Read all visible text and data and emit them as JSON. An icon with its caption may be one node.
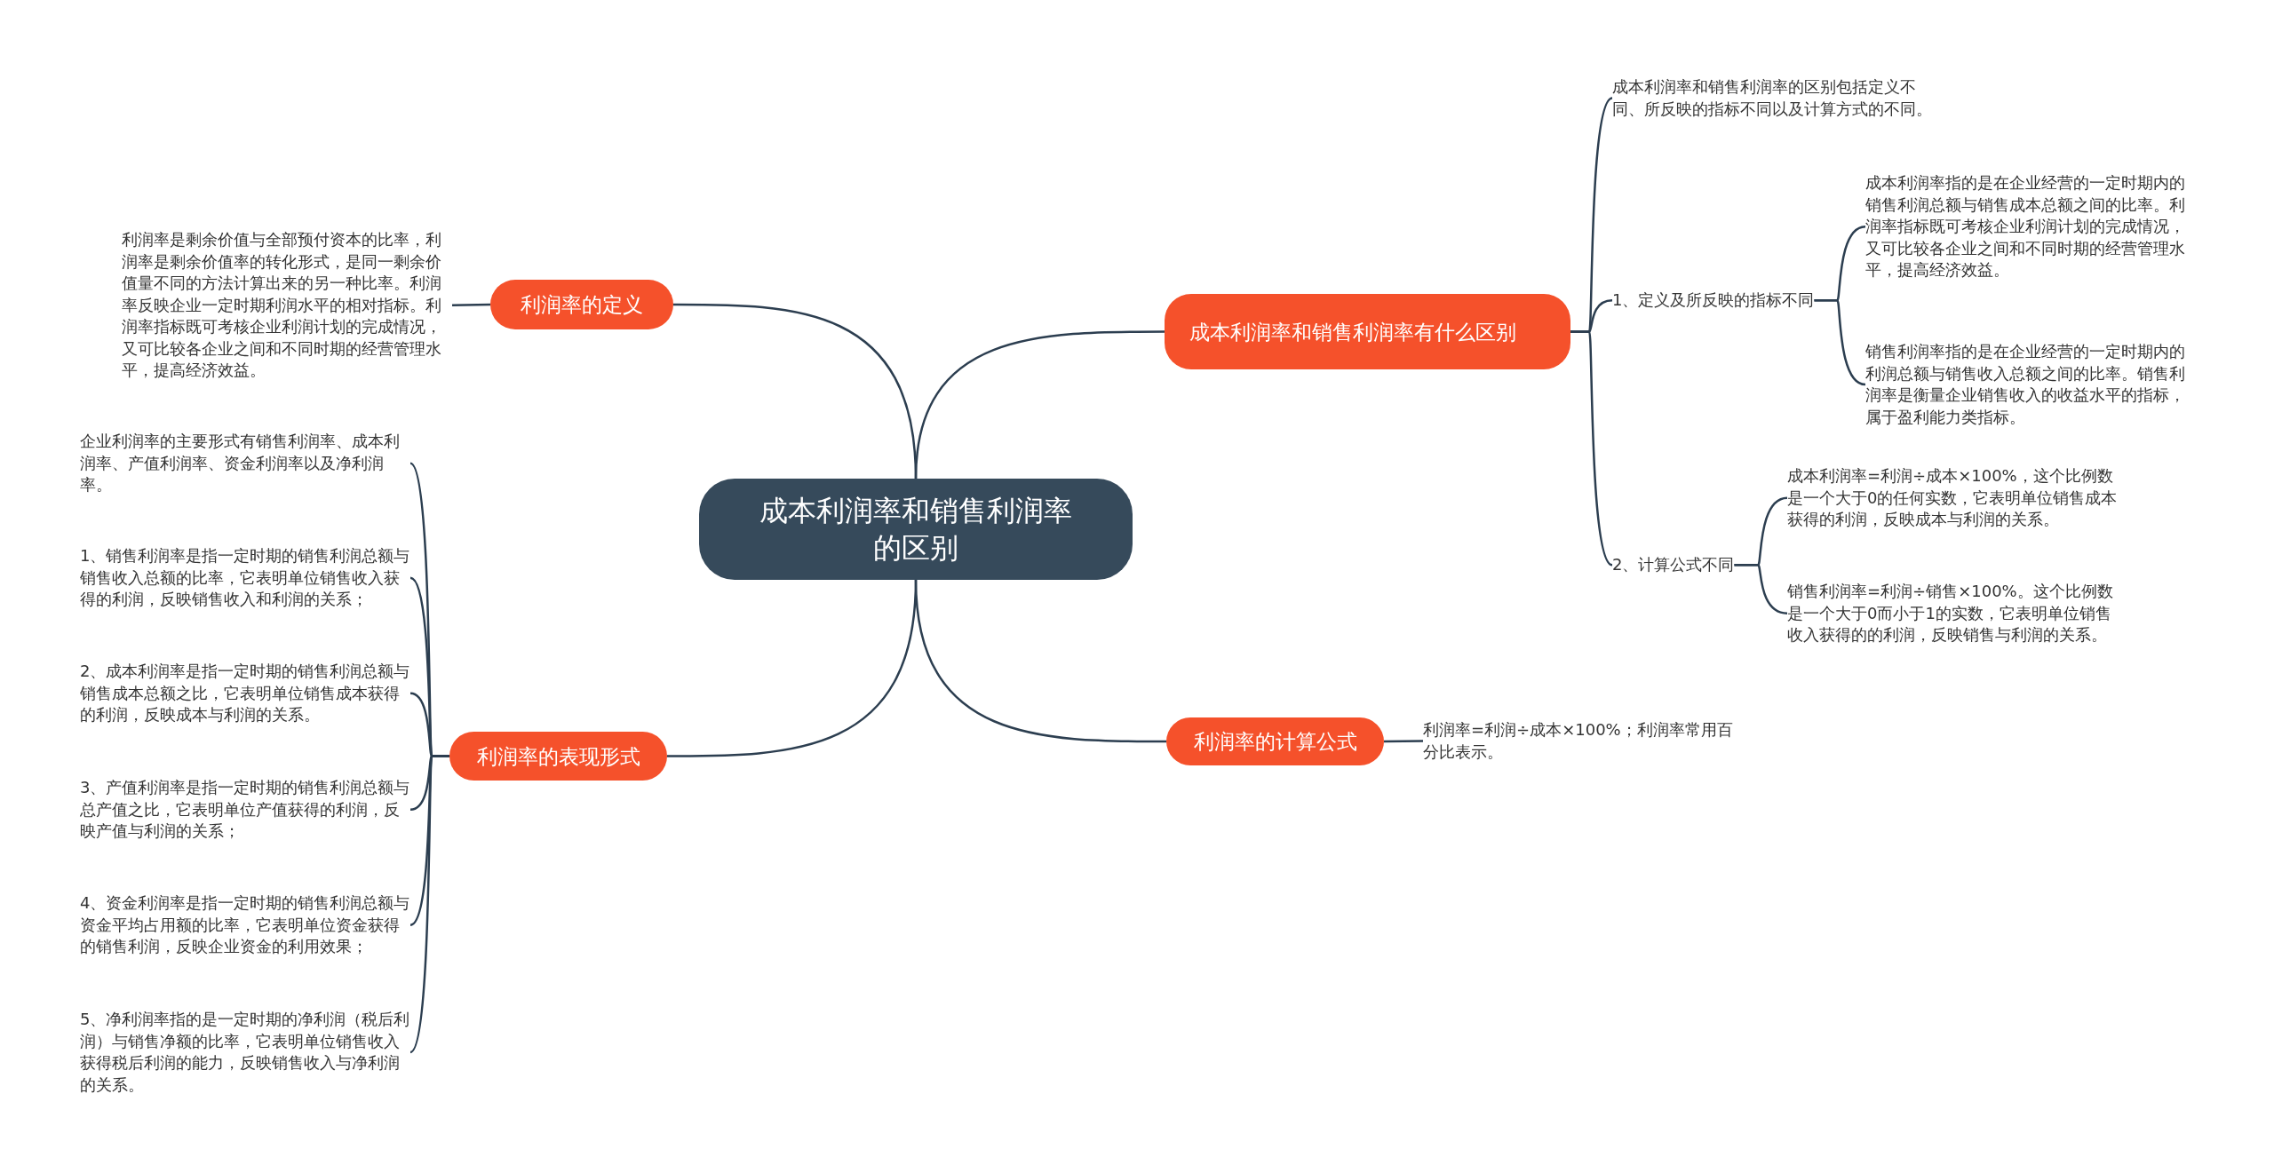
{
  "diagram": {
    "nodes": [
      {
        "text": [
          "成本利润率和销售利润率的区别"
        ]
      },
      {
        "text": [
          "成本利润率和销售利润率有什么区别"
        ]
      },
      {
        "text": [
          "利润率的定义"
        ]
      },
      {
        "text": [
          "利润率的表现形式"
        ]
      },
      {
        "text": [
          "利润率的计算公式"
        ]
      },
      {
        "text": [
          "成本利润率和销售利润率的区别包括定义不同、所反映的指标不同以及计算方式的不同。"
        ]
      },
      {
        "text": [
          "1、定义及所反映的指标不同"
        ]
      },
      {
        "text": [
          "成本利润率指的是在企业经营的一定时期内的销售利润总额与销售成本总额之间的比率。利润率指标既可考核企业利润计划的完成情况，又可比较各企业之间和不同时期的经营管理水平，提高经济效益。"
        ]
      },
      {
        "text": [
          "销售利润率指的是在企业经营的一定时期内的利润总额与销售收入总额之间的比率。销售利润率是衡量企业销售收入的收益水平的指标，属于盈利能力类指标。"
        ]
      },
      {
        "text": [
          "2、计算公式不同"
        ]
      },
      {
        "text": [
          "成本利润率=利润÷成本×100%，这个比例数是一个大于0的任何实数，它表明单位销售成本获得的利润，反映成本与利润的关系。"
        ]
      },
      {
        "text": [
          "销售利润率=利润÷销售×100%。这个比例数是一个大于0而小于1的实数，它表明单位销售收入获得的的利润，反映销售与利润的关系。"
        ]
      },
      {
        "text": [
          "利润率=利润÷成本×100%；利润率常用百分比表示。"
        ]
      },
      {
        "text": [
          "利润率是剩余价值与全部预付资本的比率，利润率是剩余价值率的转化形式，是同一剩余价值量不同的方法计算出来的另一种比率。利润率反映企业一定时期利润水平的相对指标。利润率指标既可考核企业利润计划的完成情况，又可比较各企业之间和不同时期的经营管理水平，提高经济效益。"
        ]
      },
      {
        "text": [
          "企业利润率的主要形式有销售利润率、成本利润率、产值利润率、资金利润率以及净利润率。"
        ]
      },
      {
        "text": [
          "1、销售利润率是指一定时期的销售利润总额与销售收入总额的比率，它表明单位销售收入获得的利润，反映销售收入和利润的关系；"
        ]
      },
      {
        "text": [
          "2、成本利润率是指一定时期的销售利润总额与销售成本总额之比，它表明单位销售成本获得的利润，反映成本与利润的关系。"
        ]
      },
      {
        "text": [
          "3、产值利润率是指一定时期的销售利润总额与总产值之比，它表明单位产值获得的利润，反映产值与利润的关系；"
        ]
      },
      {
        "text": [
          "4、资金利润率是指一定时期的销售利润总额与资金平均占用额的比率，它表明单位资金获得的销售利润，反映企业资金的利用效果；"
        ]
      },
      {
        "text": [
          "5、净利润率指的是一定时期的净利润（税后利润）与销售净额的比率，它表明单位销售收入获得税后利润的能力，反映销售收入与净利润的关系。"
        ]
      }
    ],
    "edges": [
      {
        "from": 0,
        "to": 1,
        "arrow": "none"
      },
      {
        "from": 0,
        "to": 2,
        "arrow": "none"
      },
      {
        "from": 0,
        "to": 3,
        "arrow": "none"
      },
      {
        "from": 0,
        "to": 4,
        "arrow": "none"
      },
      {
        "from": 1,
        "to": 5,
        "arrow": "none"
      },
      {
        "from": 1,
        "to": 6,
        "arrow": "none"
      },
      {
        "from": 1,
        "to": 9,
        "arrow": "none"
      },
      {
        "from": 6,
        "to": 7,
        "arrow": "none"
      },
      {
        "from": 6,
        "to": 8,
        "arrow": "none"
      },
      {
        "from": 9,
        "to": 10,
        "arrow": "none"
      },
      {
        "from": 9,
        "to": 11,
        "arrow": "none"
      },
      {
        "from": 4,
        "to": 12,
        "arrow": "none"
      },
      {
        "from": 2,
        "to": 13,
        "arrow": "none"
      },
      {
        "from": 3,
        "to": 14,
        "arrow": "none"
      },
      {
        "from": 3,
        "to": 15,
        "arrow": "none"
      },
      {
        "from": 3,
        "to": 16,
        "arrow": "none"
      },
      {
        "from": 3,
        "to": 17,
        "arrow": "none"
      },
      {
        "from": 3,
        "to": 18,
        "arrow": "none"
      },
      {
        "from": 3,
        "to": 19,
        "arrow": "none"
      }
    ]
  }
}
